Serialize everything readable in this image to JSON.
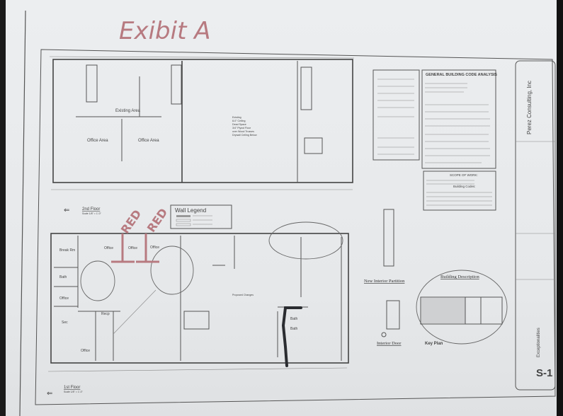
{
  "annotation": {
    "title": "Exibit A",
    "red_marks": [
      "RED",
      "RED"
    ]
  },
  "upper_plan": {
    "rooms": [
      "Existing Area",
      "Office Area",
      "Office Area"
    ],
    "existing_note": [
      "Existing",
      "8-0\" Ceiling",
      "Dead Space",
      "3/4\" Plywd Floor",
      "over Wood Trusses",
      "Drywall Ceiling Below"
    ],
    "floor_label": "2nd Floor",
    "scale": "Scale 1/8\" = 1'-0\""
  },
  "lower_plan": {
    "rooms": [
      "Break Rm",
      "Office",
      "Office",
      "Office",
      "Bath",
      "Office",
      "Sec",
      "Recp",
      "Office",
      "Bath",
      "Bath"
    ],
    "wall_legend_title": "Wall Legend",
    "proposed_changes": "Proposed Changes",
    "floor_label": "1st Floor",
    "scale": "Scale 1/8\" = 1'-0\""
  },
  "code_analysis": {
    "title": "GENERAL BUILDING CODE ANALYSIS"
  },
  "scope": {
    "title": "SCOPE OF WORK:",
    "codes_title": "Building Codes:"
  },
  "details": {
    "partition_title": "New Interior Partition",
    "door_title": "Interior Door"
  },
  "building_description": {
    "title": "Building Description",
    "key_plan": "Key Plan"
  },
  "title_block": {
    "firm": "Perez Consulting, Inc",
    "project": "Exceptionalities",
    "sheet": "S-1"
  },
  "colors": {
    "annotation_red": "#b77a80",
    "marker_black": "#2a2c30",
    "paper": "#eceef0"
  }
}
